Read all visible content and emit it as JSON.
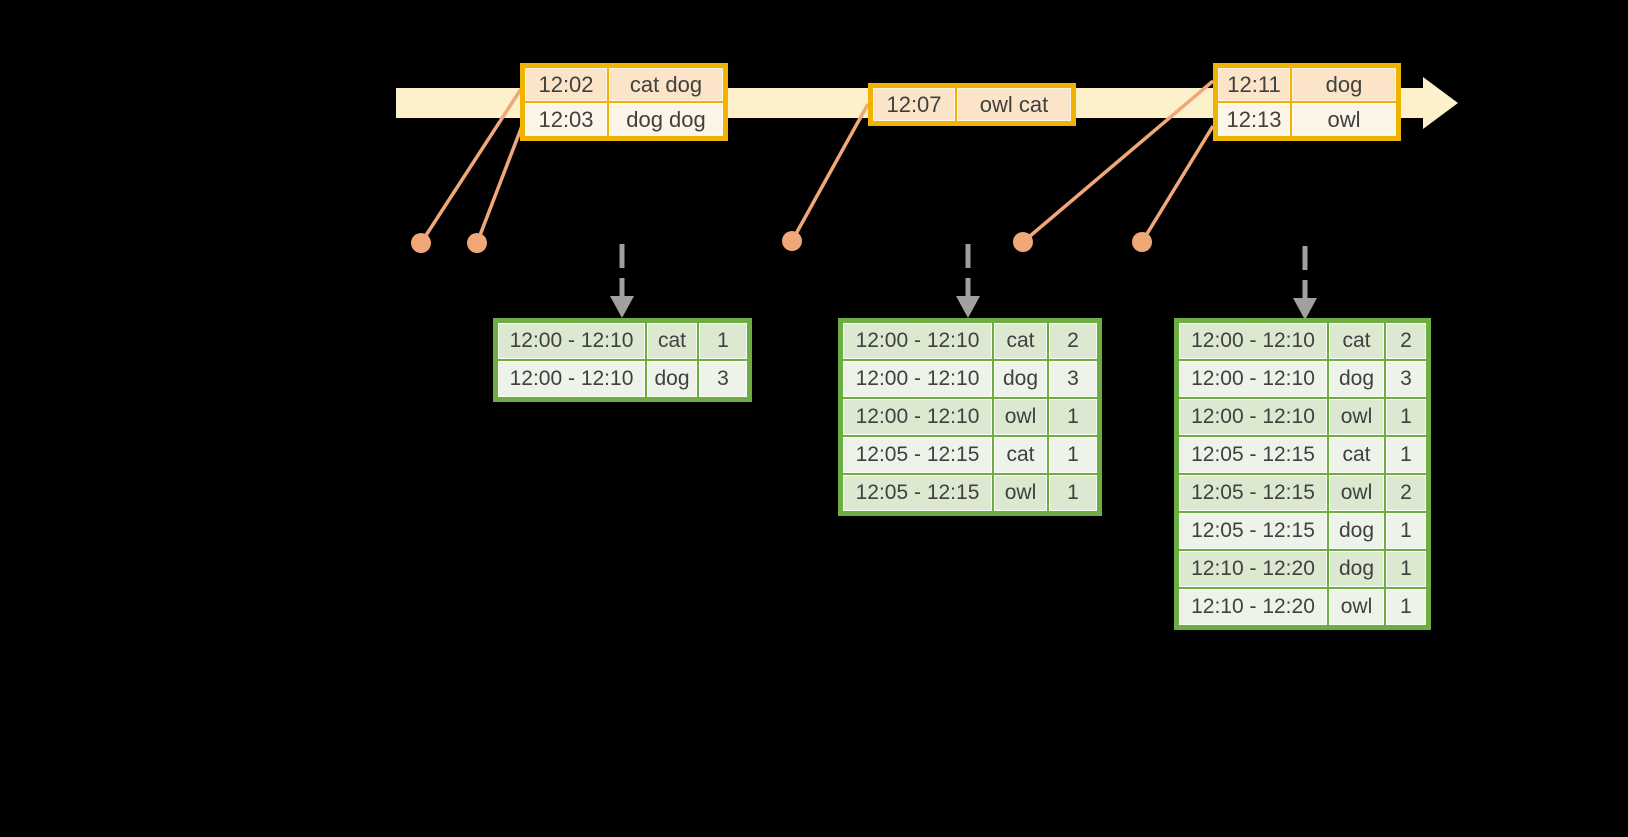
{
  "colors": {
    "background": "#000000",
    "timeline_fill": "#fcf1ca",
    "event_table_border": "#f0b400",
    "event_row_dark": "#fbe4c8",
    "event_row_light": "#fdf5e8",
    "result_table_border": "#6ead42",
    "result_row_dark": "#dce8d0",
    "result_row_light": "#eef3ea",
    "data_point": "#f0a878",
    "trigger_arrow": "#a0a0a0",
    "text": "#404040"
  },
  "event_tables": [
    {
      "rows": [
        {
          "time": "12:02",
          "words": "cat dog"
        },
        {
          "time": "12:03",
          "words": "dog dog"
        }
      ]
    },
    {
      "rows": [
        {
          "time": "12:07",
          "words": "owl cat"
        }
      ]
    },
    {
      "rows": [
        {
          "time": "12:11",
          "words": "dog"
        },
        {
          "time": "12:13",
          "words": "owl"
        }
      ]
    }
  ],
  "result_tables": [
    {
      "rows": [
        {
          "window": "12:00 - 12:10",
          "word": "cat",
          "count": "1"
        },
        {
          "window": "12:00 - 12:10",
          "word": "dog",
          "count": "3"
        }
      ]
    },
    {
      "rows": [
        {
          "window": "12:00 - 12:10",
          "word": "cat",
          "count": "2"
        },
        {
          "window": "12:00 - 12:10",
          "word": "dog",
          "count": "3"
        },
        {
          "window": "12:00 - 12:10",
          "word": "owl",
          "count": "1"
        },
        {
          "window": "12:05 - 12:15",
          "word": "cat",
          "count": "1"
        },
        {
          "window": "12:05 - 12:15",
          "word": "owl",
          "count": "1"
        }
      ]
    },
    {
      "rows": [
        {
          "window": "12:00 - 12:10",
          "word": "cat",
          "count": "2"
        },
        {
          "window": "12:00 - 12:10",
          "word": "dog",
          "count": "3"
        },
        {
          "window": "12:00 - 12:10",
          "word": "owl",
          "count": "1"
        },
        {
          "window": "12:05 - 12:15",
          "word": "cat",
          "count": "1"
        },
        {
          "window": "12:05 - 12:15",
          "word": "owl",
          "count": "2"
        },
        {
          "window": "12:05 - 12:15",
          "word": "dog",
          "count": "1"
        },
        {
          "window": "12:10 - 12:20",
          "word": "dog",
          "count": "1"
        },
        {
          "window": "12:10 - 12:20",
          "word": "owl",
          "count": "1"
        }
      ]
    }
  ]
}
